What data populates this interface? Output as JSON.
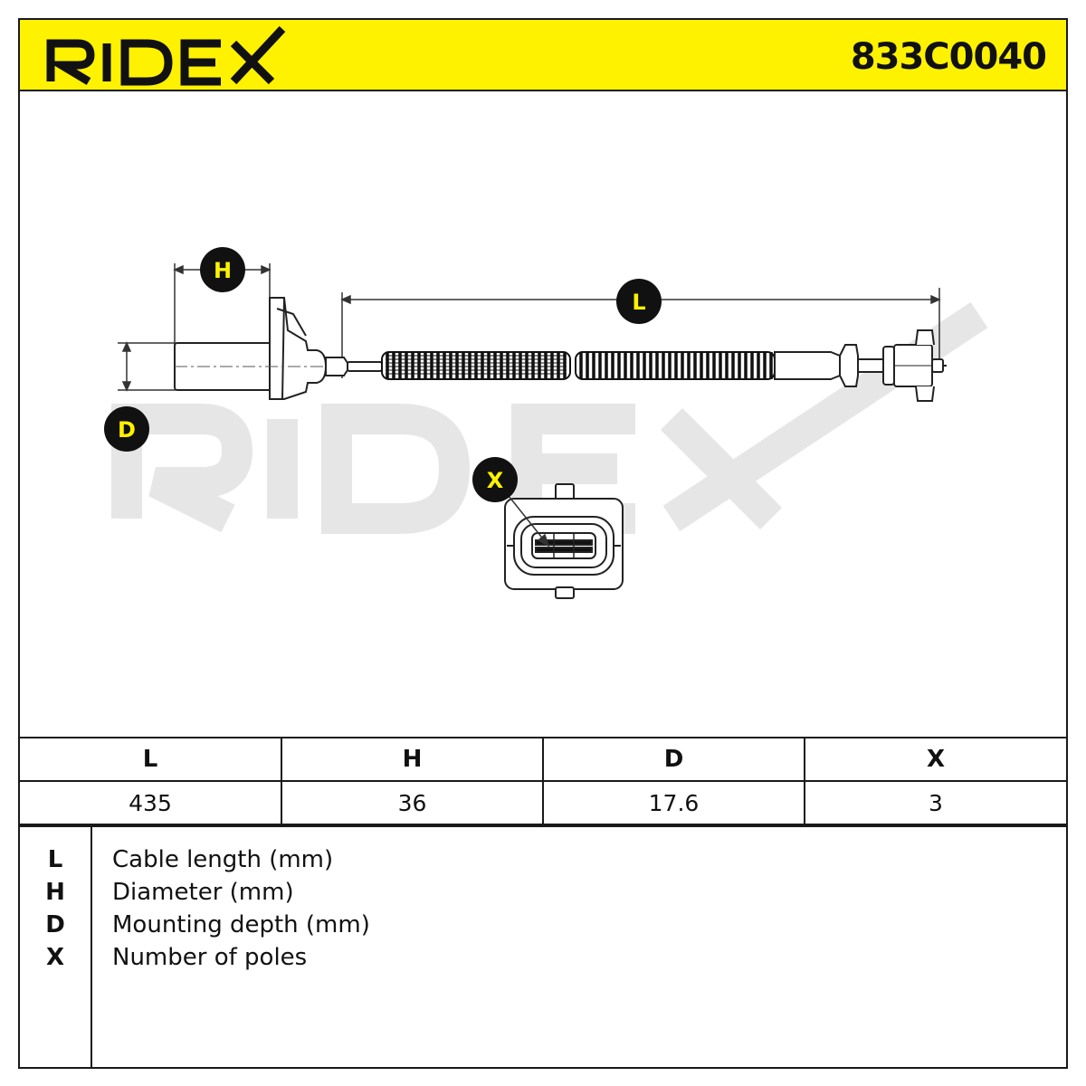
{
  "header": {
    "brand": "RIDEX",
    "part_number": "833C0040"
  },
  "diagram": {
    "markers": {
      "h": "H",
      "l": "L",
      "d": "D",
      "x": "X"
    },
    "watermark": "RIDEX"
  },
  "dimensions": {
    "columns": [
      "L",
      "H",
      "D",
      "X"
    ],
    "values": [
      "435",
      "36",
      "17.6",
      "3"
    ]
  },
  "legend": [
    {
      "key": "L",
      "description": "Cable length (mm)"
    },
    {
      "key": "H",
      "description": "Diameter (mm)"
    },
    {
      "key": "D",
      "description": "Mounting depth (mm)"
    },
    {
      "key": "X",
      "description": "Number of poles"
    }
  ],
  "colors": {
    "brand_yellow": "#fff200",
    "line": "#1a1a1a",
    "watermark": "#e6e6e6"
  }
}
